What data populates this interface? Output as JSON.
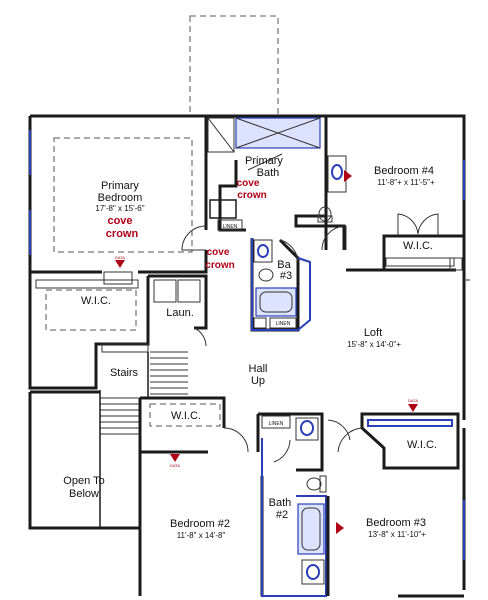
{
  "rooms": {
    "primary_bedroom": {
      "name_line1": "Primary",
      "name_line2": "Bedroom",
      "dims": "17'-8\" x 15'-6\""
    },
    "primary_bath": {
      "name_line1": "Primary",
      "name_line2": "Bath"
    },
    "bedroom4": {
      "name": "Bedroom #4",
      "dims": "11'-8\"+ x 11'-5\"+"
    },
    "wic_bed4": {
      "name": "W.I.C."
    },
    "wic_primary": {
      "name": "W.I.C."
    },
    "laundry": {
      "name": "Laun."
    },
    "bath3": {
      "name_line1": "Ba",
      "name_line2": "#3"
    },
    "loft": {
      "name": "Loft",
      "dims": "15'-8\" x 14'-0\"+"
    },
    "stairs": {
      "name": "Stairs"
    },
    "hall": {
      "name_line1": "Hall",
      "name_line2": "Up"
    },
    "wic_bed2": {
      "name": "W.I.C."
    },
    "wic_bed3": {
      "name": "W.I.C."
    },
    "open_to_below": {
      "name_line1": "Open To",
      "name_line2": "Below"
    },
    "bedroom2": {
      "name": "Bedroom #2",
      "dims": "11'-8\" x 14'-8\""
    },
    "bath2": {
      "name_line1": "Bath",
      "name_line2": "#2"
    },
    "bedroom3": {
      "name": "Bedroom #3",
      "dims": "13'-8\" x 11'-10\"+"
    }
  },
  "callouts": {
    "cove_crown_primary_bed": {
      "line1": "cove",
      "line2": "crown"
    },
    "cove_crown_primary_bath": {
      "line1": "cove",
      "line2": "crown"
    },
    "cove_crown_hall": {
      "line1": "cove",
      "line2": "crown"
    }
  },
  "labels": {
    "linen_primary": "LINEN",
    "linen_bath3": "LINEN",
    "linen_bath2": "LINEN",
    "data_marker": "DATA"
  },
  "colors": {
    "callout_red": "#b00018",
    "fixture_blue": "#2b3fb8",
    "wall": "#1a1a1a"
  }
}
